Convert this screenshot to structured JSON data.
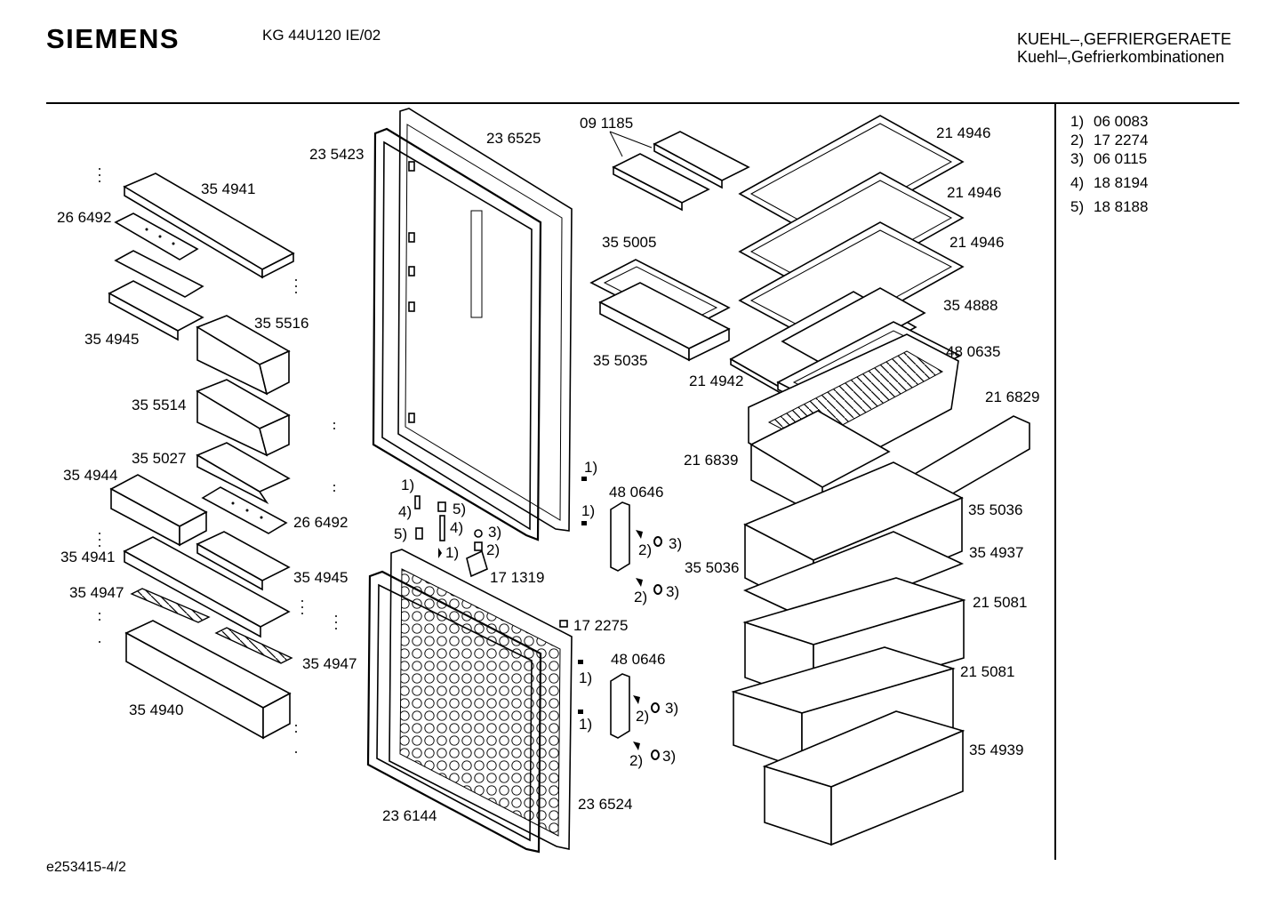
{
  "header": {
    "brand": "SIEMENS",
    "model": "KG 44U120 IE/02",
    "category_line1": "KUEHL–,GEFRIERGERAETE",
    "category_line2": "Kuehl–,Gefrierkombinationen"
  },
  "legend": [
    {
      "key": "1)",
      "value": "06 0083"
    },
    {
      "key": "2)",
      "value": "17 2274"
    },
    {
      "key": "3)",
      "value": "06 0115"
    },
    {
      "key": "4)",
      "value": "18 8194"
    },
    {
      "key": "5)",
      "value": "18 8188"
    }
  ],
  "labels": {
    "p354941a": "35 4941",
    "p266492a": "26 6492",
    "p354945a": "35 4945",
    "p355516": "35 5516",
    "p355514": "35 5514",
    "p355027": "35 5027",
    "p354944": "35 4944",
    "p266492b": "26 6492",
    "p354941b": "35 4941",
    "p354945b": "35 4945",
    "p354947a": "35 4947",
    "p354947b": "35 4947",
    "p354940": "35 4940",
    "p235423": "23 5423",
    "p236525": "23 6525",
    "p091185": "09 1185",
    "p355005": "35 5005",
    "p355035": "35 5035",
    "p214946a": "21 4946",
    "p214946b": "21 4946",
    "p214946c": "21 4946",
    "p354888": "35 4888",
    "p480635": "48 0635",
    "p214942": "21 4942",
    "p216829": "21 6829",
    "p216839": "21 6839",
    "p355036a": "35 5036",
    "p355036b": "35 5036",
    "p354937": "35 4937",
    "p215081a": "21 5081",
    "p215081b": "21 5081",
    "p354939": "35 4939",
    "p480646a": "48 0646",
    "p480646b": "48 0646",
    "p171319": "17 1319",
    "p172275": "17 2275",
    "p236144": "23 6144",
    "p236524": "23 6524",
    "r1a": "1)",
    "r1b": "1)",
    "r1c": "1)",
    "r1d": "1)",
    "r1e": "1)",
    "r1f": "1)",
    "r2a": "2)",
    "r2b": "2)",
    "r2c": "2)",
    "r2d": "2)",
    "r2e": "2)",
    "r3a": "3)",
    "r3b": "3)",
    "r3c": "3)",
    "r3d": "3)",
    "r3e": "3)",
    "r4a": "4)",
    "r4b": "4)",
    "r5a": "5)",
    "r5b": "5)"
  },
  "footer": {
    "code": "e253415-4/2"
  }
}
